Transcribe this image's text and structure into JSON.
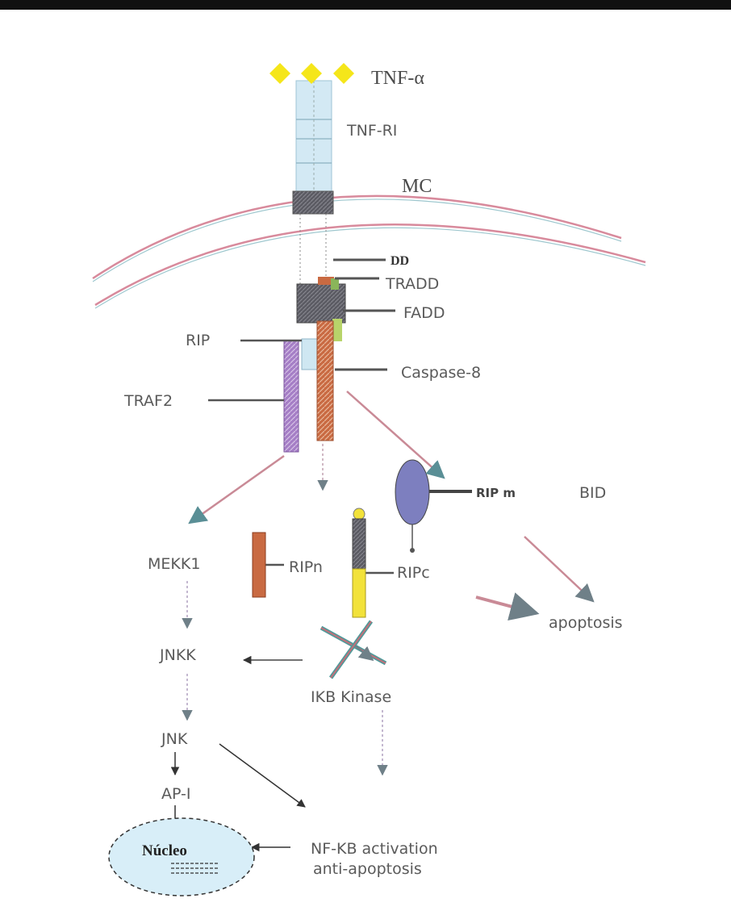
{
  "labels": {
    "tnf_alpha": "TNF-α",
    "tnf_r": "TNF-RI",
    "mc": "MC",
    "dd": "DD",
    "tradd": "TRADD",
    "fadd": "FADD",
    "rip": "RIP",
    "caspase8": "Caspase-8",
    "traf2": "TRAF2",
    "rip_m": "RIP m",
    "bid": "BID",
    "mekk1": "MEKK1",
    "ripn": "RIPn",
    "ripc": "RIPc",
    "apoptosis": "apoptosis",
    "jnkk": "JNKK",
    "ikb_kinase": "IKB Kinase",
    "jnk": "JNK",
    "ap1": "AP-I",
    "nucleo": "Núcleo",
    "nfkb_line1": "NF-KB activation",
    "nfkb_line2": "anti-apoptosis"
  },
  "colors": {
    "ligand": "#f5e61a",
    "receptor": "#cfe7f2",
    "membrane": "#d98a9a",
    "dd_block": "#5c5c66",
    "traf2": "#9b6bc0",
    "caspase": "#c96a42",
    "rip_dot": "#7d7fbf",
    "ripc_yellow": "#f2e23a",
    "nucleus": "#d8eef8",
    "arrow_pink": "#c08090",
    "arrow_grey": "#9aa0a8",
    "teal": "#4c9a9a"
  }
}
